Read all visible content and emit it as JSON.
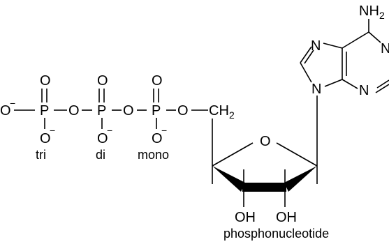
{
  "atoms": {
    "oxygen": "O",
    "phosphorus": "P",
    "nitrogen": "N",
    "hydroxyl": "OH",
    "methylene": "CH",
    "methylene_subscript": "2",
    "amine": "NH",
    "amine_subscript": "2",
    "negative_charge": "−"
  },
  "captions": {
    "phosphate_1": "tri",
    "phosphate_2": "di",
    "phosphate_3": "mono",
    "molecule": "phosphonucleotide"
  }
}
